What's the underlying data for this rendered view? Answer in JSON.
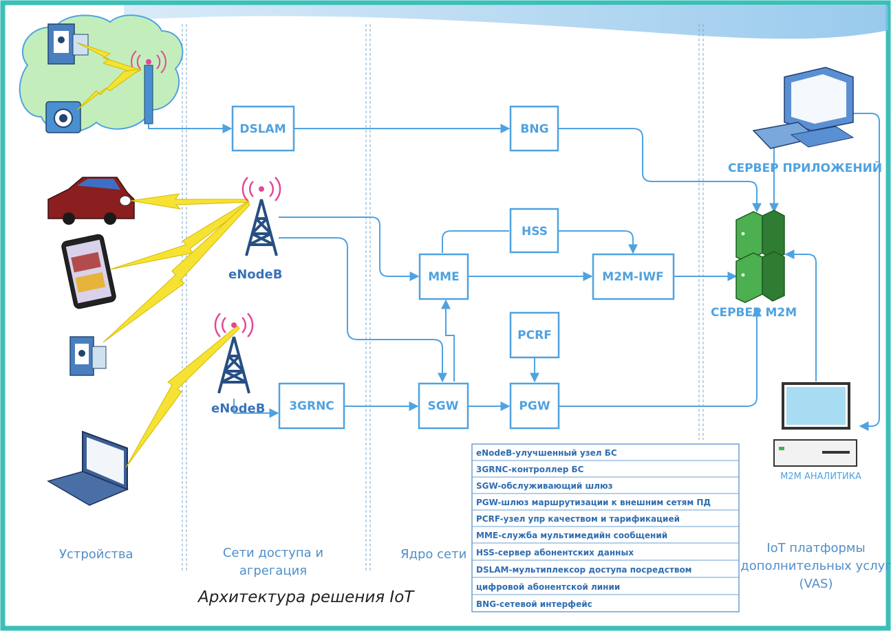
{
  "diagram": {
    "columns": {
      "devices": "Устройства",
      "access_line1": "Сети доступа и",
      "access_line2": "агрегация",
      "core": "Ядро сети",
      "iot_line1": "IoT платформы",
      "iot_line2": "дополнительных услуг",
      "iot_line3": "(VAS)"
    },
    "nodes": {
      "dslam": "DSLAM",
      "bng": "BNG",
      "hss": "HSS",
      "mme": "MME",
      "m2m_iwf": "M2M-IWF",
      "pcrf": "PCRF",
      "rnc": "3GRNC",
      "sgw": "SGW",
      "pgw": "PGW"
    },
    "labels": {
      "enodeb_1": "eNodeB",
      "enodeb_2": "eNodeB",
      "app_server": "СЕРВЕР ПРИЛОЖЕНИЙ",
      "m2m_server": "СЕРВЕР М2М",
      "m2m_analytics": "М2М АНАЛИТИКА"
    },
    "legend": [
      "eNodeB-улучшенный узел БС",
      "3GRNC-контроллер БС",
      "SGW-обслуживающий шлюз",
      "PGW-шлюз маршрутизации к внешним сетям ПД",
      "PCRF-узел упр качеством и тарификацией",
      "MME-служба мультимедийн сообщений",
      "HSS-сервер абонентских данных",
      "DSLAM-мультиплексор доступа посредством",
      "цифровой абонентской линии",
      "BNG-сетевой  интерфейс"
    ],
    "caption": "Архитектура решения IoT",
    "colors": {
      "frame": "#3bbfb8",
      "line": "#4fa2e0",
      "accent_pink": "#e4459a",
      "lightning": "#f6e233",
      "server_green": "#4caf50"
    }
  }
}
